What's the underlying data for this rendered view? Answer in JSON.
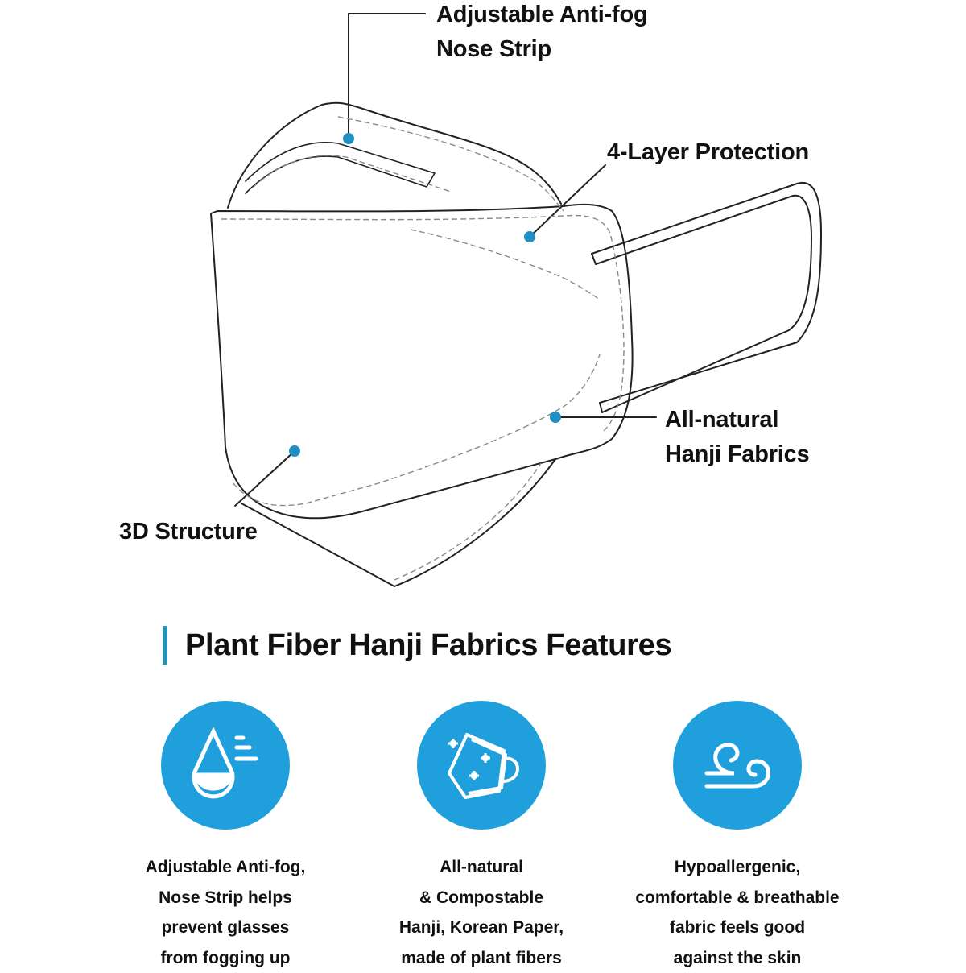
{
  "diagram": {
    "callouts": {
      "nose_strip": {
        "lines": [
          "Adjustable Anti-fog",
          "Nose Strip"
        ]
      },
      "layer_protection": {
        "lines": [
          "4-Layer Protection"
        ]
      },
      "hanji_fabrics": {
        "lines": [
          "All-natural",
          "Hanji Fabrics"
        ]
      },
      "structure": {
        "lines": [
          "3D Structure"
        ]
      }
    },
    "colors": {
      "dot": "#1f8fc4",
      "line": "#222222",
      "stitch": "#8a8a8a"
    }
  },
  "section": {
    "title": "Plant Fiber Hanji Fabrics Features",
    "accent_color": "#2a8fb5"
  },
  "features": [
    {
      "icon": "water-drop-icon",
      "lines": [
        "Adjustable Anti-fog,",
        "Nose Strip helps",
        "prevent glasses",
        "from fogging up"
      ]
    },
    {
      "icon": "eco-mask-icon",
      "lines": [
        "All-natural",
        "& Compostable",
        "Hanji, Korean Paper,",
        "made of plant fibers"
      ]
    },
    {
      "icon": "breeze-wind-icon",
      "lines": [
        "Hypoallergenic,",
        "comfortable & breathable",
        "fabric feels good",
        "against the skin"
      ]
    }
  ],
  "icon_color": "#1fa0dc"
}
